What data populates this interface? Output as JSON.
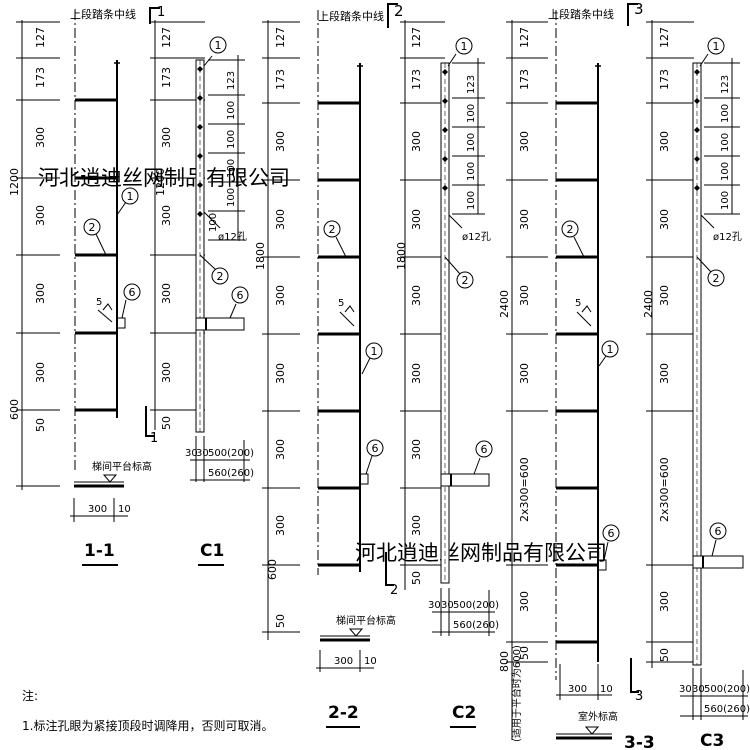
{
  "watermark": "河北逍迪丝网制品有限公司",
  "notes": {
    "heading": "注:",
    "line1": "1.标注孔眼为紧接顶段时调降用，否则可取消。"
  },
  "labels": {
    "top_centerline": "上段踏条中线",
    "landing_level": "梯间平台标高",
    "outdoor_level": "室外标高",
    "hole": "ø12孔",
    "platform_note": "(适用于平台时为600)",
    "weld_5": "5"
  },
  "markers": {
    "m1": "1",
    "m2": "2",
    "m6": "6"
  },
  "section_marks": {
    "s1": "1",
    "s2": "2",
    "s3": "3",
    "L1": "1",
    "L2": "2",
    "L3": "3"
  },
  "titles": {
    "t11": "1-1",
    "c1": "C1",
    "t22": "2-2",
    "c2": "C2",
    "t33": "3-3",
    "c3": "C3"
  },
  "dims": {
    "d127": "127",
    "d173": "173",
    "d300": "300",
    "d1200": "1200",
    "d600": "600",
    "d50": "50",
    "d1800": "1800",
    "d2400": "2400",
    "d800": "800",
    "d2x300": "2x300=600",
    "d123": "123",
    "d100": "100",
    "b30": "30",
    "b500": "500(200)",
    "b560": "560(260)",
    "b10": "10"
  }
}
